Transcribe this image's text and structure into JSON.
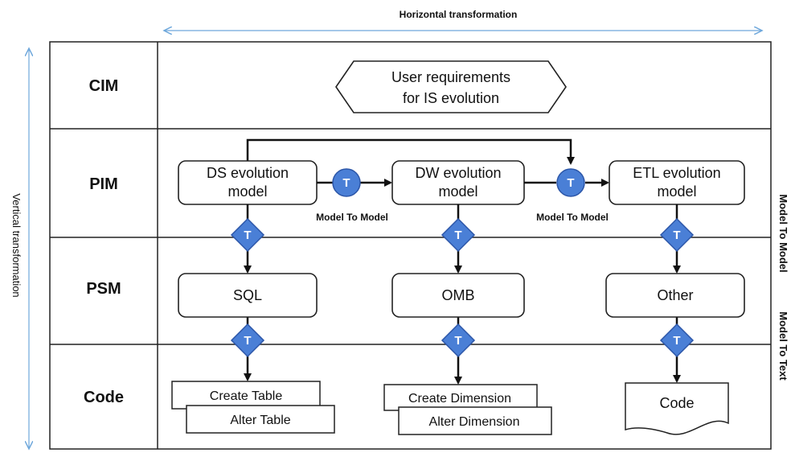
{
  "axes": {
    "horizontal": "Horizontal transformation",
    "vertical": "Vertical transformation",
    "right_top": "Model To Model",
    "right_bottom": "Model To Text"
  },
  "levels": [
    "CIM",
    "PIM",
    "PSM",
    "Code"
  ],
  "cim": {
    "line1": "User requirements",
    "line2": "for IS evolution"
  },
  "pim": {
    "ds": {
      "line1": "DS evolution",
      "line2": "model"
    },
    "dw": {
      "line1": "DW evolution",
      "line2": "model"
    },
    "etl": {
      "line1": "ETL evolution",
      "line2": "model"
    },
    "m2m_1": "Model To Model",
    "m2m_2": "Model To Model"
  },
  "psm": {
    "sql": "SQL",
    "omb": "OMB",
    "other": "Other"
  },
  "code": {
    "create_table": "Create Table",
    "alter_table": "Alter Table",
    "create_dimension": "Create Dimension",
    "alter_dimension": "Alter Dimension",
    "code_doc": "Code"
  },
  "transform_symbol": "T",
  "colors": {
    "transform_fill": "#4a7fd6",
    "transform_stroke": "#2c56a8",
    "axis_arrow": "#6fa8dc"
  }
}
